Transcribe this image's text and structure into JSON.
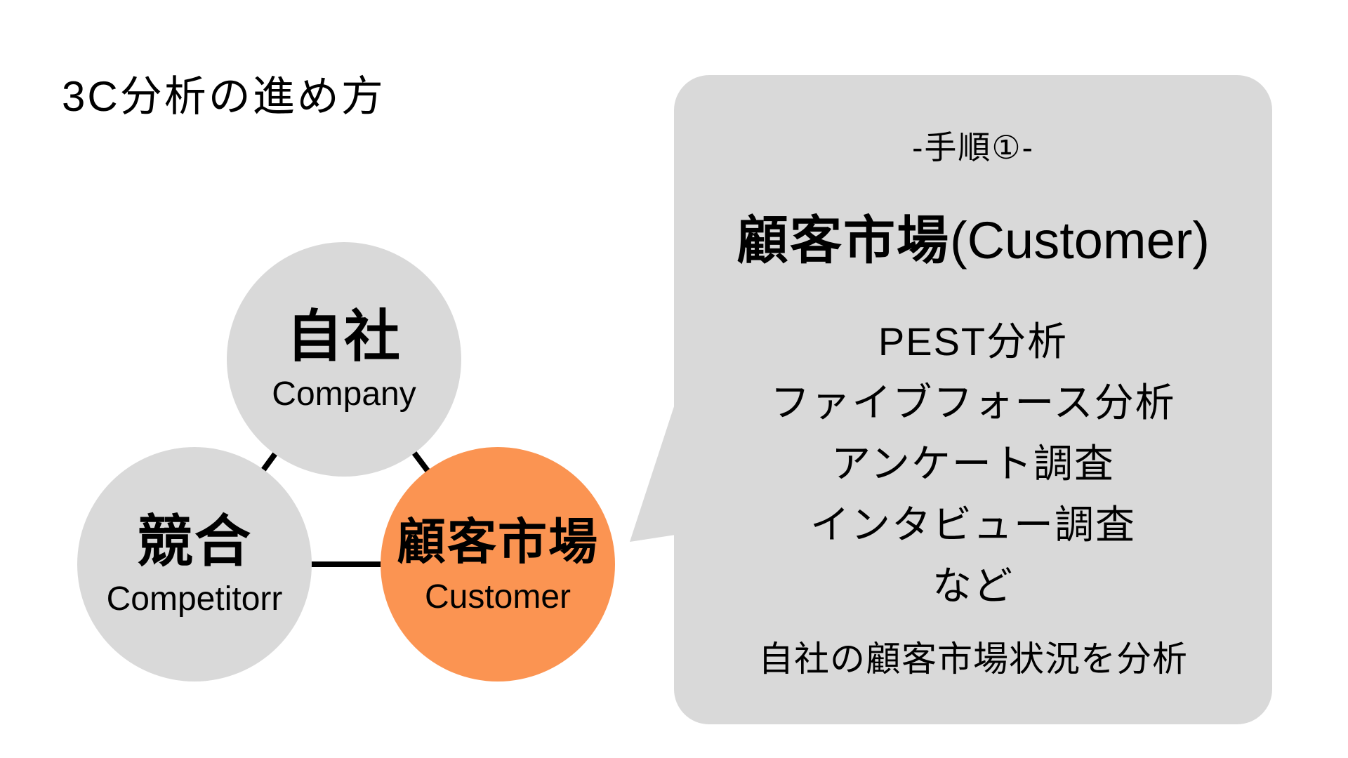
{
  "page": {
    "title": "3C分析の進め方"
  },
  "colors": {
    "circle_gray": "#D9D9D9",
    "bubble_gray": "#D9D9D9",
    "accent_orange": "#FB9452",
    "connector_black": "#000000",
    "text_black": "#000000",
    "page_bg": "#FFFFFF"
  },
  "diagram": {
    "circles": [
      {
        "id": "company",
        "jp": "自社",
        "en": "Company",
        "highlighted": false
      },
      {
        "id": "competitor",
        "jp": "競合",
        "en": "Competitorr",
        "highlighted": false
      },
      {
        "id": "customer",
        "jp": "顧客市場",
        "en": "Customer",
        "highlighted": true
      }
    ]
  },
  "callout": {
    "step_label": "-手順①-",
    "heading_bold": "顧客市場",
    "heading_suffix": "(Customer)",
    "items": [
      "PEST分析",
      "ファイブフォース分析",
      "アンケート調査",
      "インタビュー調査",
      "など"
    ],
    "footer": "自社の顧客市場状況を分析"
  }
}
